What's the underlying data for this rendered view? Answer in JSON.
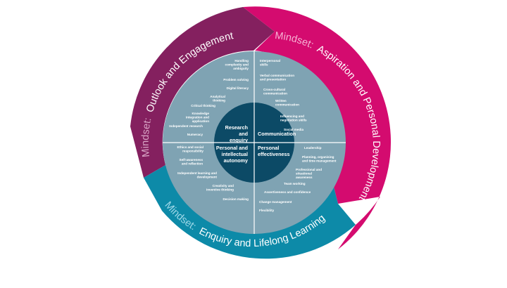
{
  "colors": {
    "outlook": "#84205f",
    "aspiration": "#d40b6f",
    "enquiry": "#0d8aa8",
    "inner_ring": "#7fa3b3",
    "core": "#0c4a66",
    "mindset_prefix_outlook": "#d9a6c6",
    "mindset_prefix_aspiration": "#f7b3d5",
    "mindset_prefix_enquiry": "#9fd8e8",
    "white": "#ffffff"
  },
  "mindsets": [
    {
      "prefix": "Mindset:",
      "title": "Outlook and Engagement"
    },
    {
      "prefix": "Mindset:",
      "title": "Aspiration and Personal Development"
    },
    {
      "prefix": "Mindset:",
      "title": "Enquiry and Lifelong Learning"
    }
  ],
  "core": {
    "research": "Research and enquiry",
    "communication": "Communication",
    "autonomy": "Personal and intellectual autonomy",
    "effectiveness": "Personal effectiveness"
  },
  "quadrants": {
    "research": [
      "Handling complexity and ambiguity",
      "Problem solving",
      "Digital literacy",
      "Analytical thinking",
      "Critical thinking",
      "Knowledge integration and application",
      "Independent research",
      "Numeracy"
    ],
    "communication": [
      "Interpersonal skills",
      "Verbal communication and presentation",
      "Cross-cultural communication",
      "Written communication",
      "Influencing and negotiation skills",
      "Social media"
    ],
    "autonomy": [
      "Ethics and social responsibility",
      "Self-awareness and reflection",
      "Independent learning and development",
      "Creativity and inventive thinking",
      "Decision making"
    ],
    "effectiveness": [
      "Leadership",
      "Planning, organising and time management",
      "Professional and situational awareness",
      "Team working",
      "Assertiveness and confidence",
      "Change management",
      "Flexibility"
    ]
  }
}
